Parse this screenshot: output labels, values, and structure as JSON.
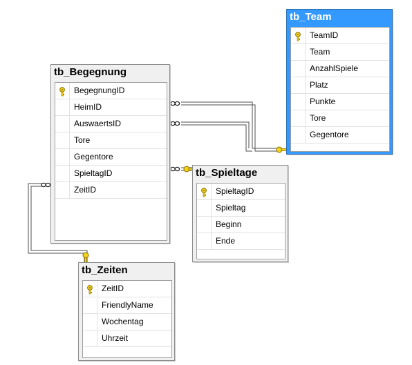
{
  "tables": {
    "team": {
      "name": "tb_Team",
      "columns": [
        {
          "label": "TeamID",
          "key": true
        },
        {
          "label": "Team",
          "key": false
        },
        {
          "label": "AnzahlSpiele",
          "key": false
        },
        {
          "label": "Platz",
          "key": false
        },
        {
          "label": "Punkte",
          "key": false
        },
        {
          "label": "Tore",
          "key": false
        },
        {
          "label": "Gegentore",
          "key": false
        }
      ]
    },
    "begegnung": {
      "name": "tb_Begegnung",
      "columns": [
        {
          "label": "BegegnungID",
          "key": true
        },
        {
          "label": "HeimID",
          "key": false
        },
        {
          "label": "AuswaertsID",
          "key": false
        },
        {
          "label": "Tore",
          "key": false
        },
        {
          "label": "Gegentore",
          "key": false
        },
        {
          "label": "SpieltagID",
          "key": false
        },
        {
          "label": "ZeitID",
          "key": false
        }
      ]
    },
    "spieltage": {
      "name": "tb_Spieltage",
      "columns": [
        {
          "label": "SpieltagID",
          "key": true
        },
        {
          "label": "Spieltag",
          "key": false
        },
        {
          "label": "Beginn",
          "key": false
        },
        {
          "label": "Ende",
          "key": false
        }
      ]
    },
    "zeiten": {
      "name": "tb_Zeiten",
      "columns": [
        {
          "label": "ZeitID",
          "key": true
        },
        {
          "label": "FriendlyName",
          "key": false
        },
        {
          "label": "Wochentag",
          "key": false
        },
        {
          "label": "Uhrzeit",
          "key": false
        }
      ]
    }
  },
  "colors": {
    "selected_header": "#3399ff",
    "key_icon": "#e8c21a",
    "relation_line": "#4d4d4d"
  }
}
